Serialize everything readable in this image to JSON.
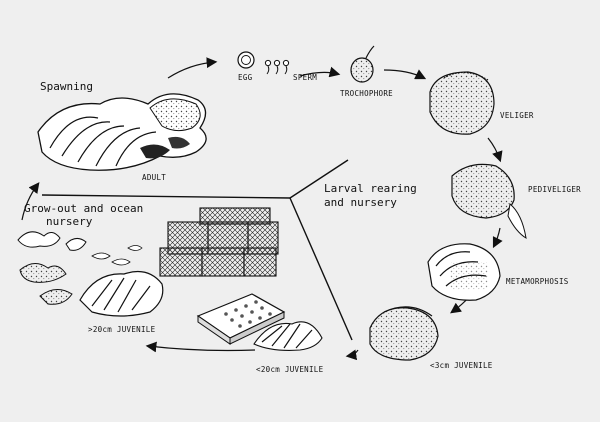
{
  "labels": {
    "spawning": "Spawning",
    "adult": "ADULT",
    "egg": "EGG",
    "sperm": "SPERM",
    "trochophore": "TROCHOPHORE",
    "veliger": "VELIGER",
    "pediveliger": "PEDIVELIGER",
    "metamorphosis": "METAMORPHOSIS",
    "juvenile_small": "<3cm JUVENILE",
    "juvenile_mid": "<20cm JUVENILE",
    "juvenile_large": ">20cm JUVENILE",
    "grow_out_line1": "Grow-out and ocean",
    "grow_out_line2": "nursery",
    "larval_line1": "Larval rearing",
    "larval_line2": "and nursery"
  }
}
